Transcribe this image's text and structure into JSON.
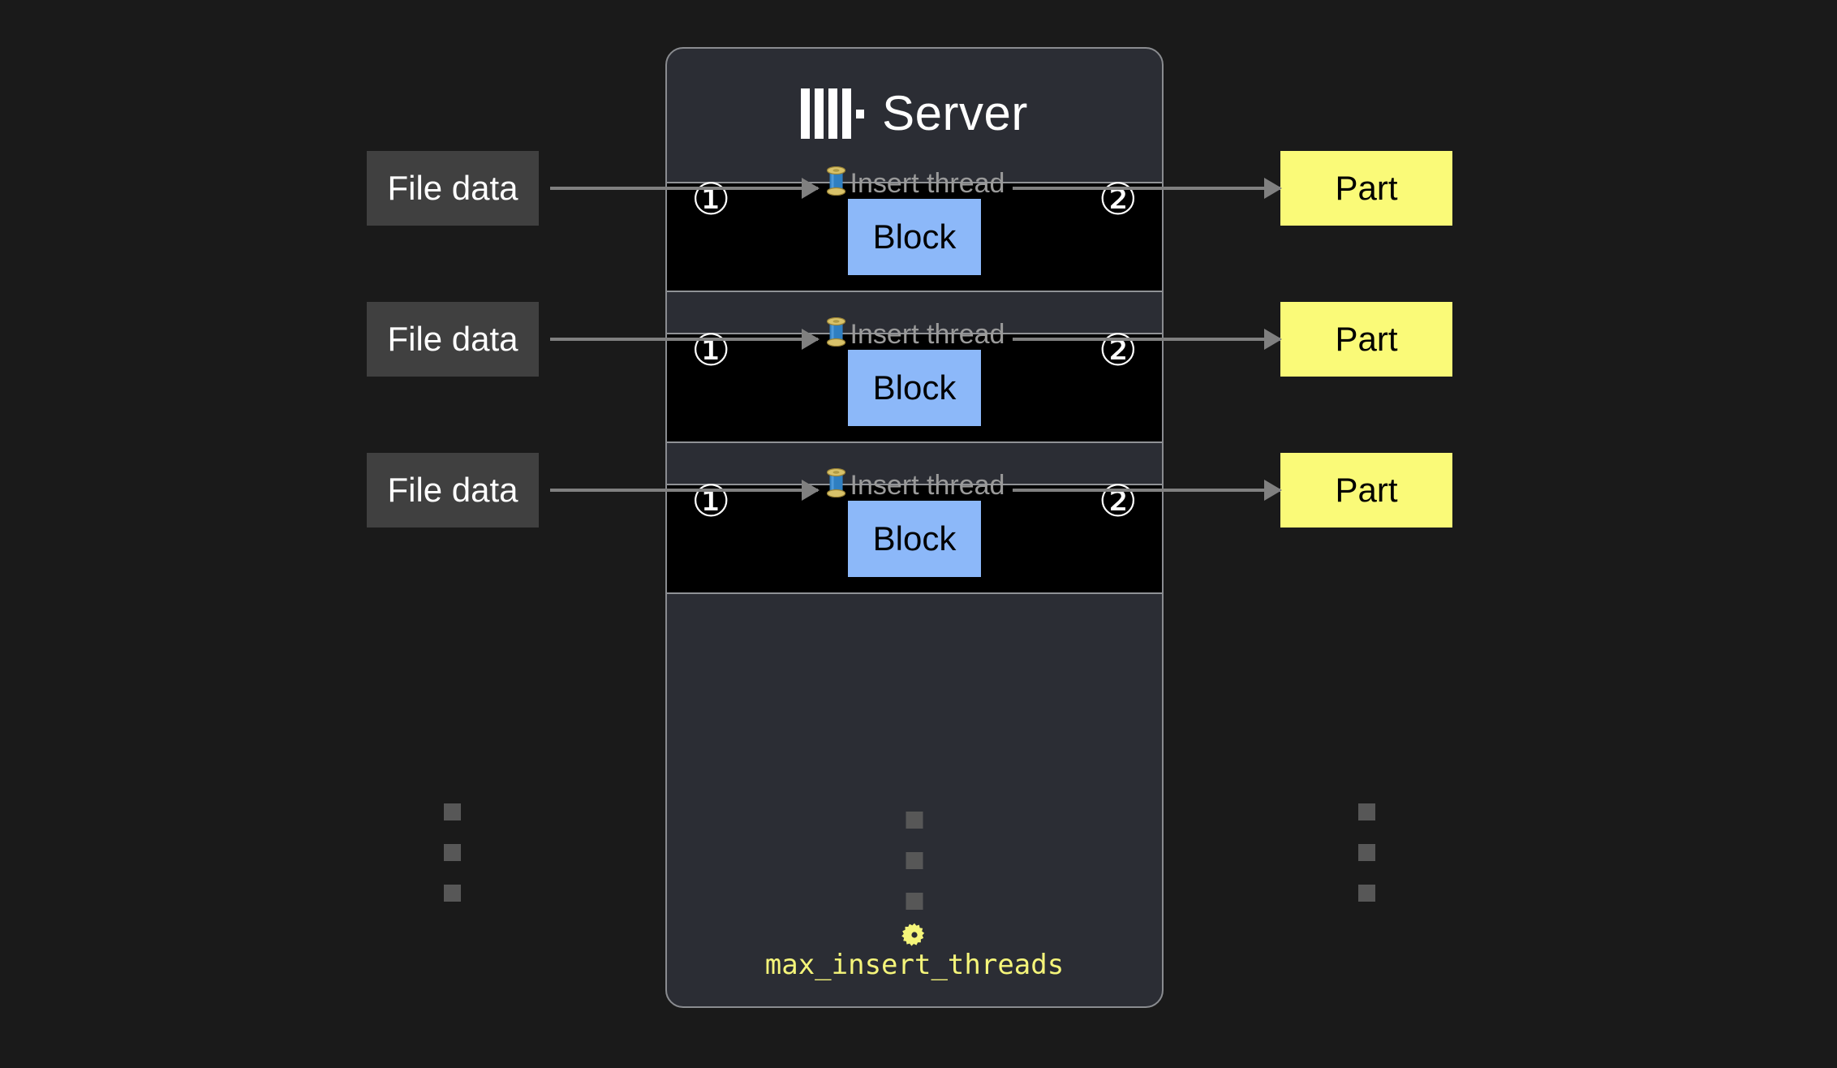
{
  "panel": {
    "title": "Server",
    "logo_icon": "clickhouse-logo-icon"
  },
  "threads": [
    {
      "label": "Insert thread",
      "icon": "thread-spool-icon",
      "step_in": "①",
      "step_out": "②",
      "block_label": "Block",
      "source_label": "File data",
      "target_label": "Part"
    },
    {
      "label": "Insert thread",
      "icon": "thread-spool-icon",
      "step_in": "①",
      "step_out": "②",
      "block_label": "Block",
      "source_label": "File data",
      "target_label": "Part"
    },
    {
      "label": "Insert thread",
      "icon": "thread-spool-icon",
      "step_in": "①",
      "step_out": "②",
      "block_label": "Block",
      "source_label": "File data",
      "target_label": "Part"
    }
  ],
  "setting": {
    "icon": "gear-icon",
    "name": "max_insert_threads"
  },
  "ellipsis": {
    "count": 3,
    "columns": [
      "file-data-column",
      "block-column",
      "part-column"
    ]
  },
  "colors": {
    "background": "#1a1a1a",
    "panel_fill": "#2b2d34",
    "panel_border": "#8a8c90",
    "band_fill": "#000000",
    "band_border": "#909296",
    "block_fill": "#8cb8f9",
    "part_fill": "#fafa78",
    "file_fill": "#404040",
    "arrow": "#808080",
    "thread_label": "#9a9a9a",
    "setting_text": "#f5f57a",
    "dot": "#575757"
  }
}
